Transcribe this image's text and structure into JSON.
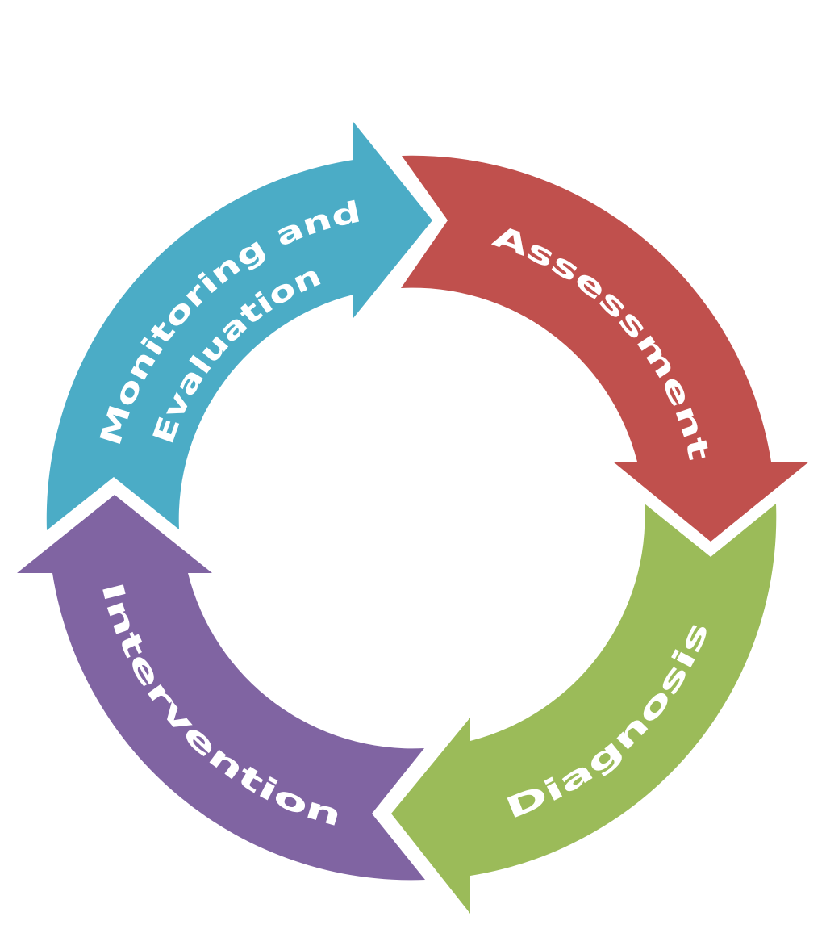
{
  "diagram": {
    "type": "cycle",
    "stages": [
      {
        "id": "monitoring",
        "lines": [
          "Monitoring and",
          "Evaluation"
        ],
        "color": "#4BACC6"
      },
      {
        "id": "assessment",
        "lines": [
          "Assessment"
        ],
        "color": "#C0504D"
      },
      {
        "id": "diagnosis",
        "lines": [
          "Diagnosis"
        ],
        "color": "#9BBB59"
      },
      {
        "id": "intervention",
        "lines": [
          "Intervention"
        ],
        "color": "#8064A2"
      }
    ]
  }
}
